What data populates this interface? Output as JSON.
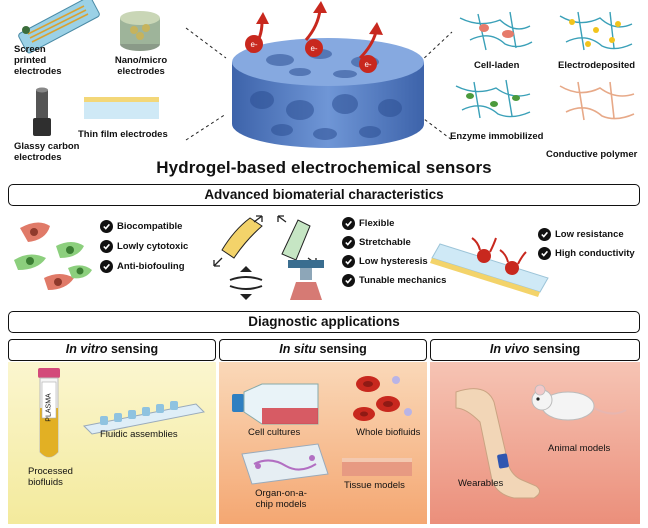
{
  "title": "Hydrogel-based electrochemical sensors",
  "top_left_labels": {
    "screen_printed": "Screen printed electrodes",
    "nano_micro": "Nano/micro electrodes",
    "glassy_carbon": "Glassy carbon electrodes",
    "thin_film": "Thin film electrodes"
  },
  "electron_symbol": "e-",
  "top_right_labels": {
    "cell_laden": "Cell-laden",
    "electrodeposited": "Electrodeposited",
    "enzyme_immobilized": "Enzyme immobilized",
    "conductive_polymer": "Conductive polymer"
  },
  "characteristics": {
    "header": "Advanced biomaterial characteristics",
    "group1": [
      "Biocompatible",
      "Lowly cytotoxic",
      "Anti-biofouling"
    ],
    "group2": [
      "Flexible",
      "Stretchable",
      "Low hysteresis",
      "Tunable mechanics"
    ],
    "group3": [
      "Low resistance",
      "High conductivity"
    ]
  },
  "applications": {
    "header": "Diagnostic applications",
    "in_vitro": {
      "title_italic": "In vitro",
      "title_rest": " sensing",
      "tube_label": "PLASMA",
      "fluidic": "Fluidic assemblies",
      "processed": "Processed biofluids"
    },
    "in_situ": {
      "title_italic": "In situ",
      "title_rest": " sensing",
      "cell_cultures": "Cell cultures",
      "whole_biofluids": "Whole biofluids",
      "organ_chip": "Organ-on-a-chip models",
      "tissue_models": "Tissue models"
    },
    "in_vivo": {
      "title_italic": "In vivo",
      "title_rest": " sensing",
      "animal_models": "Animal models",
      "wearables": "Wearables"
    }
  },
  "colors": {
    "in_vitro_bg": "#f7f1b8",
    "in_situ_bg": "#f6b98c",
    "in_vivo_bg": "#ef9a86",
    "hydrogel": "#5f86c8",
    "arrow_red": "#c8281e"
  }
}
